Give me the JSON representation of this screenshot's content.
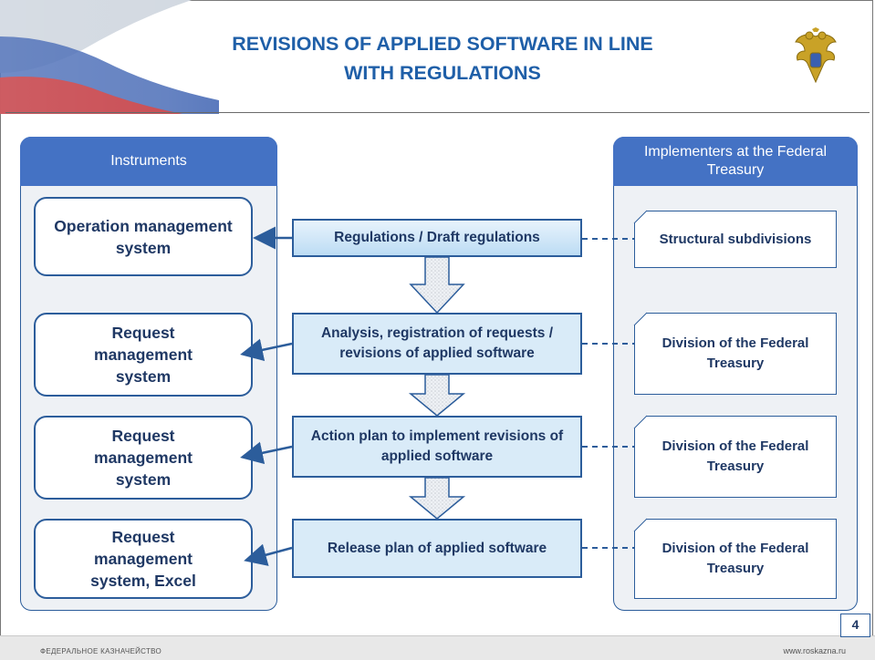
{
  "header": {
    "title_line1": "REVISIONS OF APPLIED SOFTWARE IN LINE",
    "title_line2": "WITH REGULATIONS",
    "emblem_icon": "double-headed-eagle-emblem"
  },
  "columns": {
    "left_header": "Instruments",
    "right_header": "Implementers at the Federal Treasury"
  },
  "instruments": [
    "Operation management system",
    "Request management system",
    "Request management system",
    "Request management system, Excel"
  ],
  "process_steps": [
    "Regulations  / Draft regulations",
    "Analysis, registration of requests / revisions of applied software",
    "Action plan to implement revisions of applied software",
    "Release plan of applied software"
  ],
  "implementers": [
    "Structural subdivisions",
    "Division of the Federal Treasury",
    "Division of the Federal Treasury",
    "Division of the Federal Treasury"
  ],
  "footer": {
    "left": "ФЕДЕРАЛЬНОЕ КАЗНАЧЕЙСТВО",
    "right": "www.roskazna.ru",
    "page": "4"
  },
  "colors": {
    "title": "#1f5fa8",
    "header_fill": "#4472c4",
    "border": "#2c5d9b",
    "text": "#1f3864",
    "step_fill": "#d9ebf8"
  }
}
